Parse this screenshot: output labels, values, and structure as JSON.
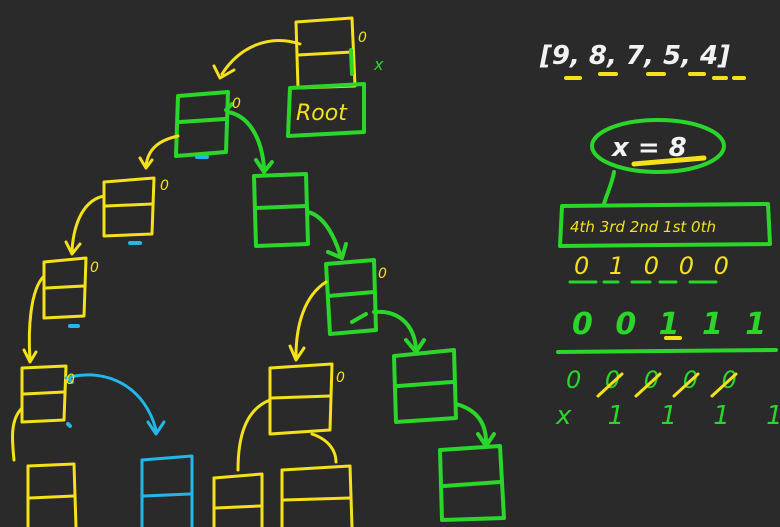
{
  "colors": {
    "background": "#2a2a2a",
    "yellow": "#f4e11a",
    "green": "#2bd62b",
    "cyan": "#22b7e8",
    "white": "#f2f2f2"
  },
  "array_label": "[9, 8, 7, 5, 4]",
  "root_label": "Root",
  "zero_mark": "0",
  "target_label": "x = 8",
  "bit_header": "4th 3rd 2nd 1st 0th",
  "bits_row1": "0 1 0 0 0",
  "bits_row2": "0 0 1 1 1",
  "bits_row3": "0 0 0 0 0",
  "bits_row4": "x 1 1 1 1",
  "cross_mark": "x"
}
